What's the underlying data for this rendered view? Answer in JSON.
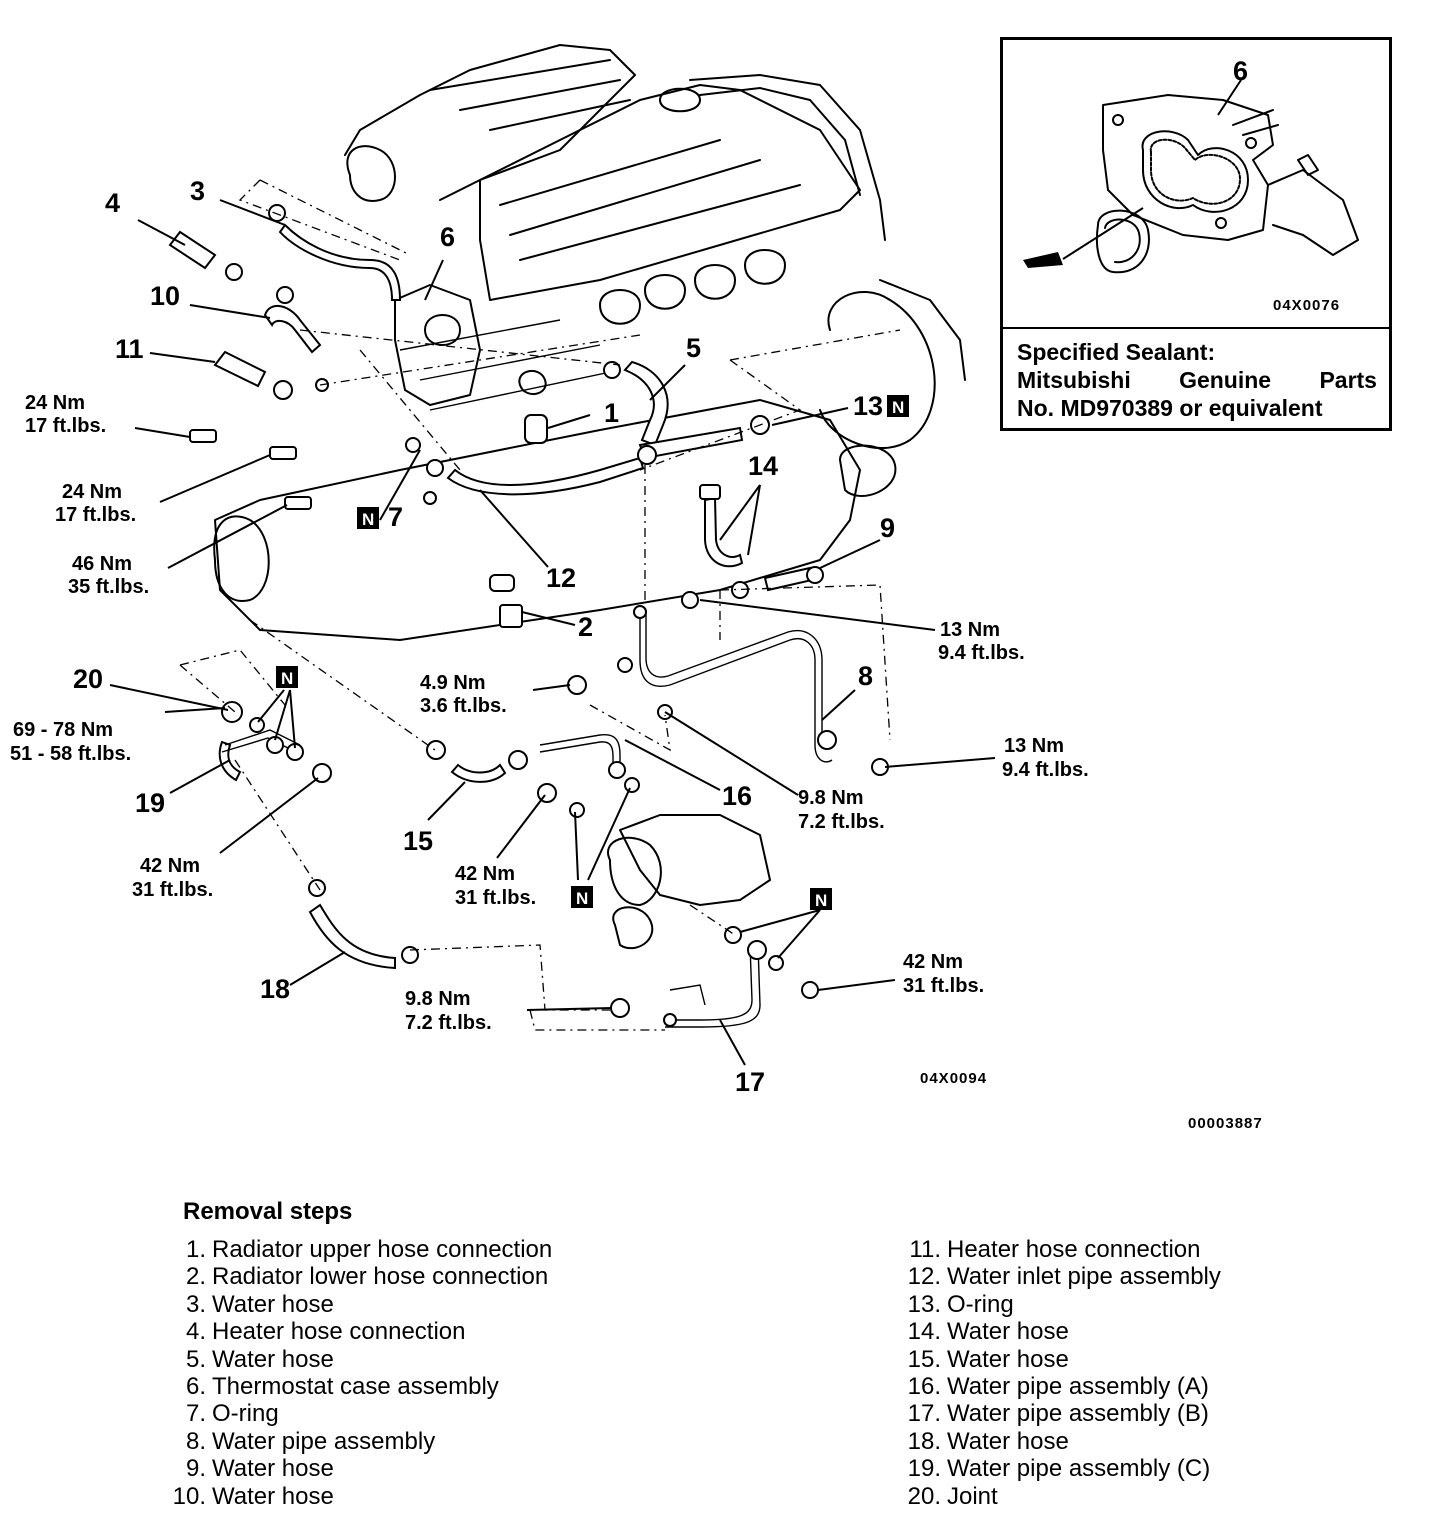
{
  "callouts": [
    "1",
    "2",
    "3",
    "4",
    "5",
    "6",
    "7",
    "8",
    "9",
    "10",
    "11",
    "12",
    "13",
    "14",
    "15",
    "16",
    "17",
    "18",
    "19",
    "20"
  ],
  "n_mark": "N",
  "torques": {
    "t1a": "24 Nm",
    "t1b": "17 ft.lbs.",
    "t2a": "24 Nm",
    "t2b": "17 ft.lbs.",
    "t3a": "46 Nm",
    "t3b": "35 ft.lbs.",
    "t4a": "13 Nm",
    "t4b": "9.4 ft.lbs.",
    "t5a": "4.9 Nm",
    "t5b": "3.6 ft.lbs.",
    "t6a": "13 Nm",
    "t6b": "9.4 ft.lbs.",
    "t7a": "69 - 78 Nm",
    "t7b": "51 - 58 ft.lbs.",
    "t8a": "9.8 Nm",
    "t8b": "7.2 ft.lbs.",
    "t9a": "42 Nm",
    "t9b": "31 ft.lbs.",
    "t10a": "42 Nm",
    "t10b": "31 ft.lbs.",
    "t11a": "42 Nm",
    "t11b": "31 ft.lbs.",
    "t12a": "9.8 Nm",
    "t12b": "7.2 ft.lbs."
  },
  "codes": {
    "inset": "04X0076",
    "main": "04X0094",
    "doc": "00003887"
  },
  "sealant": {
    "line1": "Specified Sealant:",
    "line2": [
      "Mitsubishi",
      "Genuine",
      "Parts"
    ],
    "line3": "No. MD970389 or equivalent"
  },
  "removal": {
    "title": "Removal steps",
    "steps": [
      {
        "num": "1.",
        "text": "Radiator upper hose connection"
      },
      {
        "num": "2.",
        "text": "Radiator lower hose connection"
      },
      {
        "num": "3.",
        "text": "Water hose"
      },
      {
        "num": "4.",
        "text": "Heater hose connection"
      },
      {
        "num": "5.",
        "text": "Water hose"
      },
      {
        "num": "6.",
        "text": "Thermostat case assembly"
      },
      {
        "num": "7.",
        "text": "O-ring"
      },
      {
        "num": "8.",
        "text": "Water pipe assembly"
      },
      {
        "num": "9.",
        "text": "Water hose"
      },
      {
        "num": "10.",
        "text": "Water hose"
      },
      {
        "num": "11.",
        "text": "Heater hose connection"
      },
      {
        "num": "12.",
        "text": "Water inlet pipe assembly"
      },
      {
        "num": "13.",
        "text": "O-ring"
      },
      {
        "num": "14.",
        "text": "Water hose"
      },
      {
        "num": "15.",
        "text": "Water hose"
      },
      {
        "num": "16.",
        "text": "Water pipe assembly (A)"
      },
      {
        "num": "17.",
        "text": "Water pipe assembly (B)"
      },
      {
        "num": "18.",
        "text": "Water hose"
      },
      {
        "num": "19.",
        "text": "Water pipe assembly (C)"
      },
      {
        "num": "20.",
        "text": "Joint"
      }
    ]
  }
}
